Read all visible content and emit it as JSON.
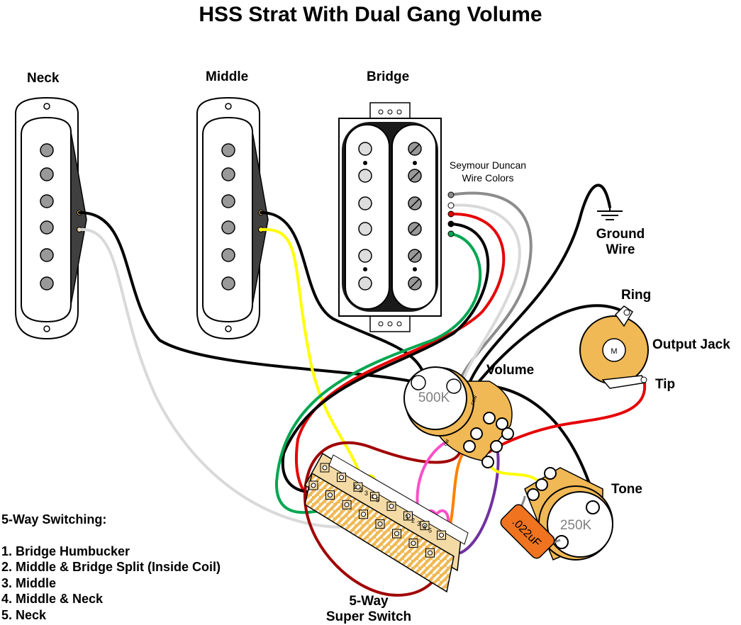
{
  "title": "HSS Strat With Dual Gang Volume",
  "pickups": {
    "neck": "Neck",
    "middle": "Middle",
    "bridge": "Bridge"
  },
  "wire_colors_note": {
    "line1": "Seymour Duncan",
    "line2": "Wire Colors"
  },
  "ground": {
    "line1": "Ground",
    "line2": "Wire"
  },
  "jack": {
    "ring": "Ring",
    "label": "Output Jack",
    "tip": "Tip",
    "center_mark": "M"
  },
  "pots": {
    "volume_label": "Volume",
    "volume_value": "500K",
    "tone_label": "Tone",
    "tone_value": "250K",
    "cw_mark": "cw",
    "ccw_mark": "ccw"
  },
  "capacitor": ".022uF",
  "switch": {
    "line1": "5-Way",
    "line2": "Super Switch",
    "lug_numbers": [
      "1",
      "2",
      "3",
      "4",
      "5"
    ]
  },
  "legend": {
    "heading": "5-Way Switching:",
    "items": [
      "1. Bridge Humbucker",
      "2. Middle & Bridge Split (Inside Coil)",
      "3. Middle",
      "4. Middle & Neck",
      "5. Neck"
    ]
  },
  "colors": {
    "wire_black": "#000000",
    "wire_white": "#d9d9d9",
    "wire_yellow": "#ffff00",
    "wire_red": "#e60000",
    "wire_green": "#00a650",
    "wire_gray": "#8c8c8c",
    "wire_darkred": "#a00000",
    "wire_pink": "#ff4fc8",
    "wire_orange": "#ff8000",
    "wire_purple": "#7030a0",
    "wire_blue": "#00b0f0",
    "pot_body": "#f0b955",
    "cap_body": "#f07320"
  }
}
